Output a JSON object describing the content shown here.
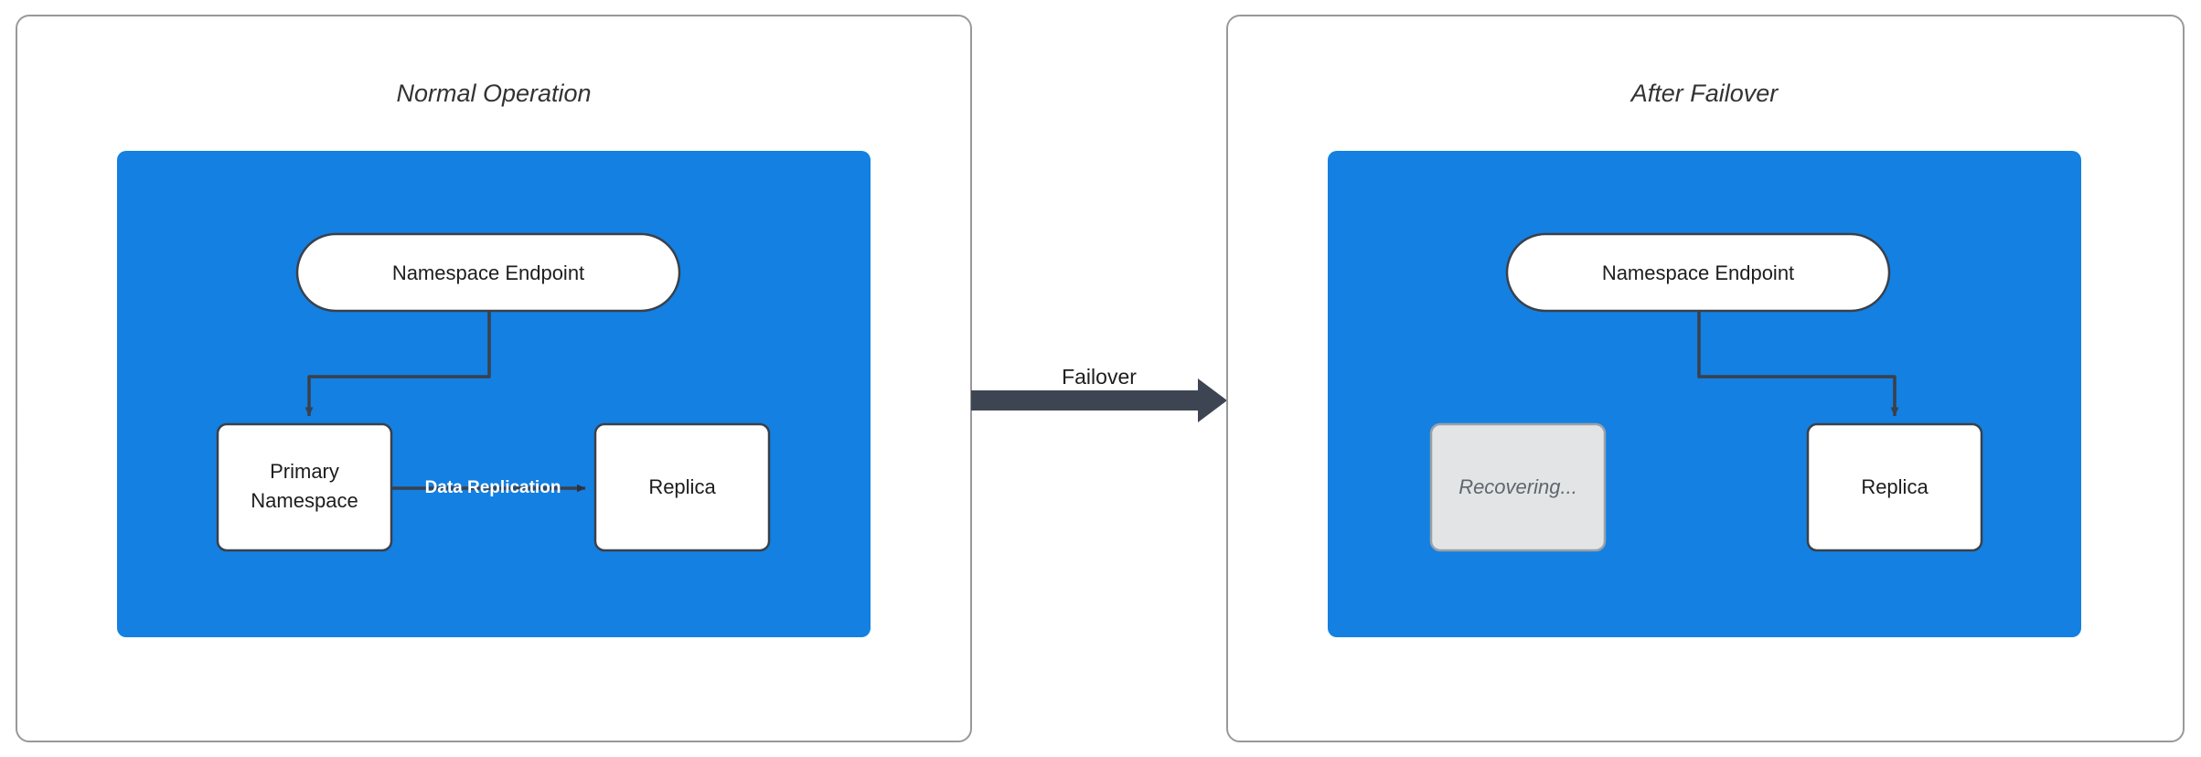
{
  "diagram": {
    "title_left": "Normal Operation",
    "title_right": "After Failover",
    "transition_label": "Failover",
    "colors": {
      "group_blue": "#1380e2",
      "panel_border": "#999999",
      "node_stroke": "#3a4049",
      "node_fill": "#ffffff",
      "disabled_fill": "#e2e4e6",
      "disabled_text": "#60666d",
      "arrow_dark": "#3e4552",
      "edge_label": "#ffffff"
    },
    "panels": [
      {
        "id": "normal-operation",
        "title": "Normal Operation",
        "nodes": [
          {
            "id": "endpoint-left",
            "label": "Namespace Endpoint",
            "shape": "stadium",
            "state": "active"
          },
          {
            "id": "primary-namespace",
            "label": "Primary\nNamespace",
            "line1": "Primary",
            "line2": "Namespace",
            "shape": "rounded-rect",
            "state": "active"
          },
          {
            "id": "replica-left",
            "label": "Replica",
            "shape": "rounded-rect",
            "state": "active"
          }
        ],
        "edges": [
          {
            "from": "endpoint-left",
            "to": "primary-namespace",
            "label": "",
            "style": "elbow-arrow"
          },
          {
            "from": "primary-namespace",
            "to": "replica-left",
            "label": "Data Replication",
            "style": "straight-arrow"
          }
        ]
      },
      {
        "id": "after-failover",
        "title": "After Failover",
        "nodes": [
          {
            "id": "endpoint-right",
            "label": "Namespace Endpoint",
            "shape": "stadium",
            "state": "active"
          },
          {
            "id": "recovering",
            "label": "Recovering...",
            "shape": "rounded-rect",
            "state": "disabled"
          },
          {
            "id": "replica-right",
            "label": "Replica",
            "shape": "rounded-rect",
            "state": "active"
          }
        ],
        "edges": [
          {
            "from": "endpoint-right",
            "to": "replica-right",
            "label": "",
            "style": "elbow-arrow"
          }
        ]
      }
    ]
  }
}
